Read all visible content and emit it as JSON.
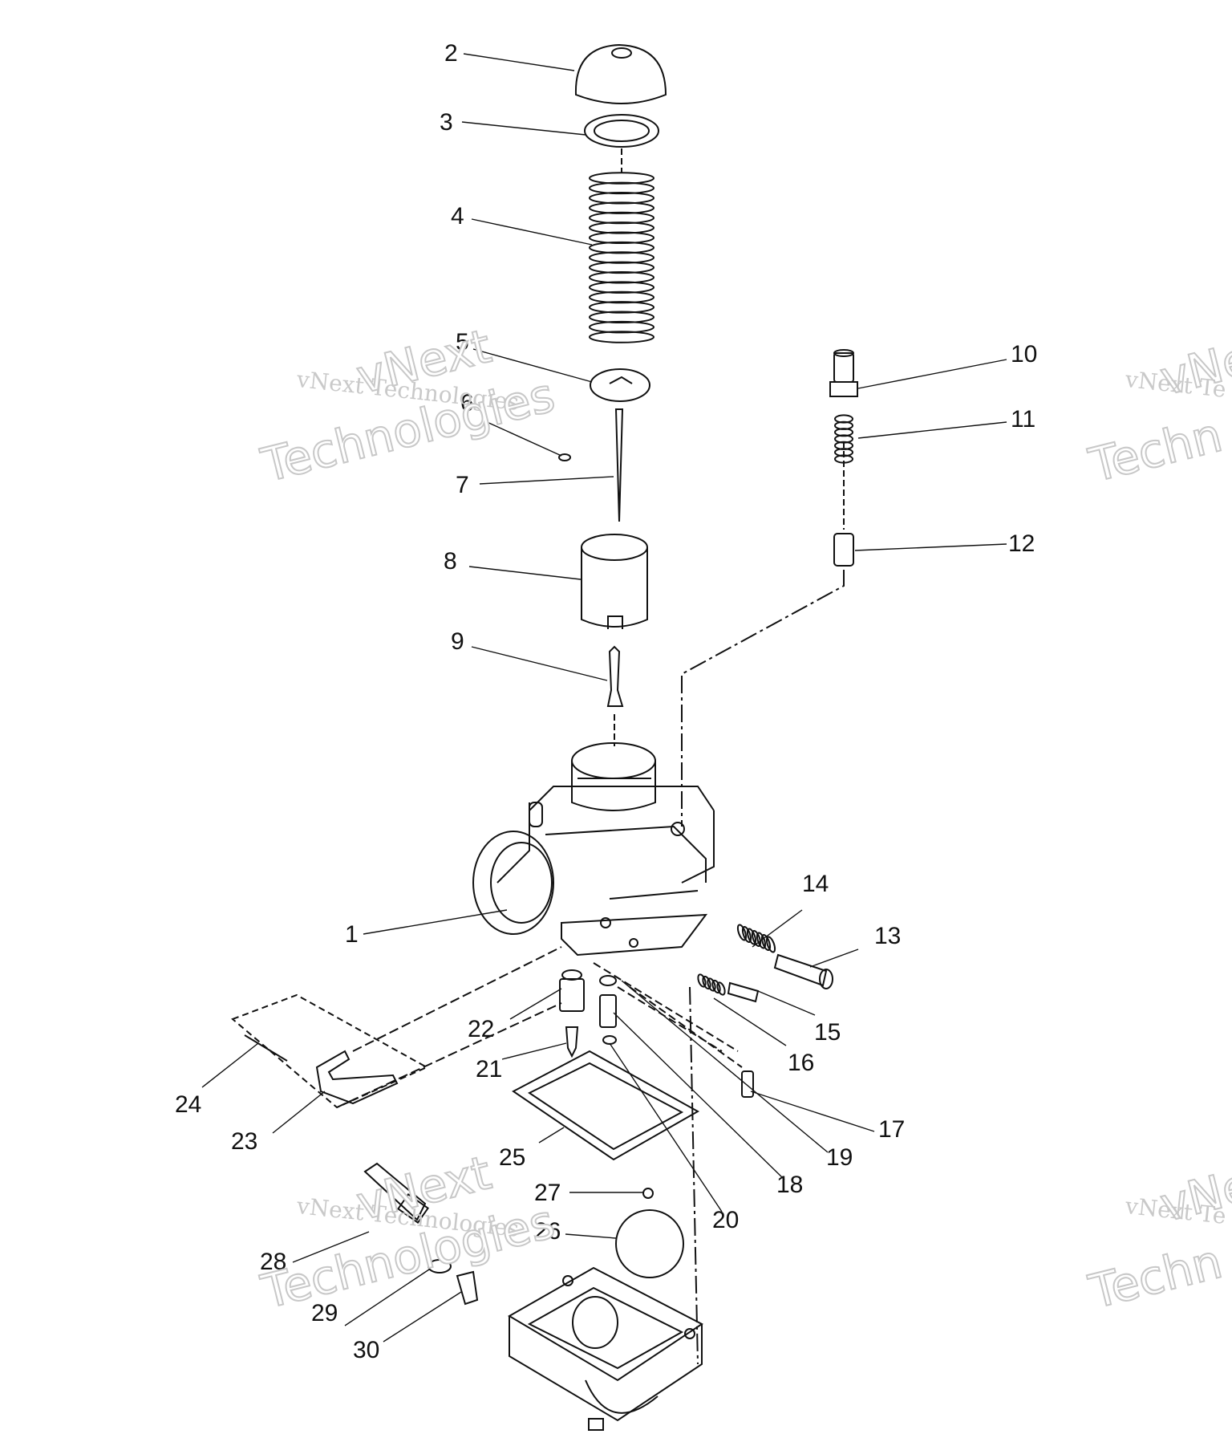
{
  "watermark": {
    "brand_line": "vNext Technologies",
    "big_line_1": "vNext",
    "big_line_2": "Technologies",
    "partial_line_1": "vNe",
    "partial_line_2": "vNext Te",
    "partial_line_3": "Techn"
  },
  "part_labels": [
    "1",
    "2",
    "3",
    "4",
    "5",
    "6",
    "7",
    "8",
    "9",
    "10",
    "11",
    "12",
    "13",
    "14",
    "15",
    "16",
    "17",
    "18",
    "19",
    "20",
    "21",
    "22",
    "23",
    "24",
    "25",
    "26",
    "27",
    "28",
    "29",
    "30"
  ],
  "colors": {
    "ink": "#111111",
    "watermark": "#c8c8c8",
    "background": "#ffffff"
  }
}
